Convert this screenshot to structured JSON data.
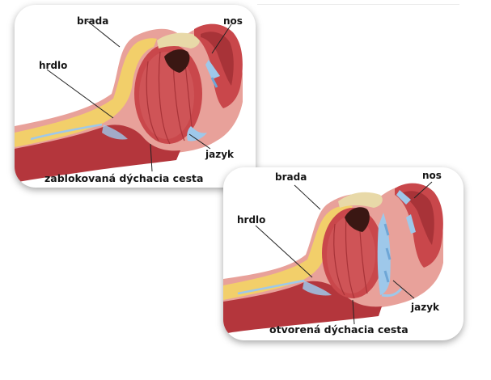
{
  "top_panel": {
    "labels": {
      "chin": "brada",
      "nose": "nos",
      "throat": "hrdlo",
      "tongue": "jazyk"
    },
    "caption": "zablokovaná dýchacia cesta"
  },
  "bottom_panel": {
    "labels": {
      "chin": "brada",
      "nose": "nos",
      "throat": "hrdlo",
      "tongue": "jazyk"
    },
    "caption": "otvorená dýchacia cesta"
  },
  "colors": {
    "tissue": "#c9474b",
    "tissue_light": "#e08a86",
    "fat": "#f2cf6a",
    "bone": "#e8d9a8",
    "airway": "#9ec8ea",
    "cavity": "#3a1713"
  }
}
